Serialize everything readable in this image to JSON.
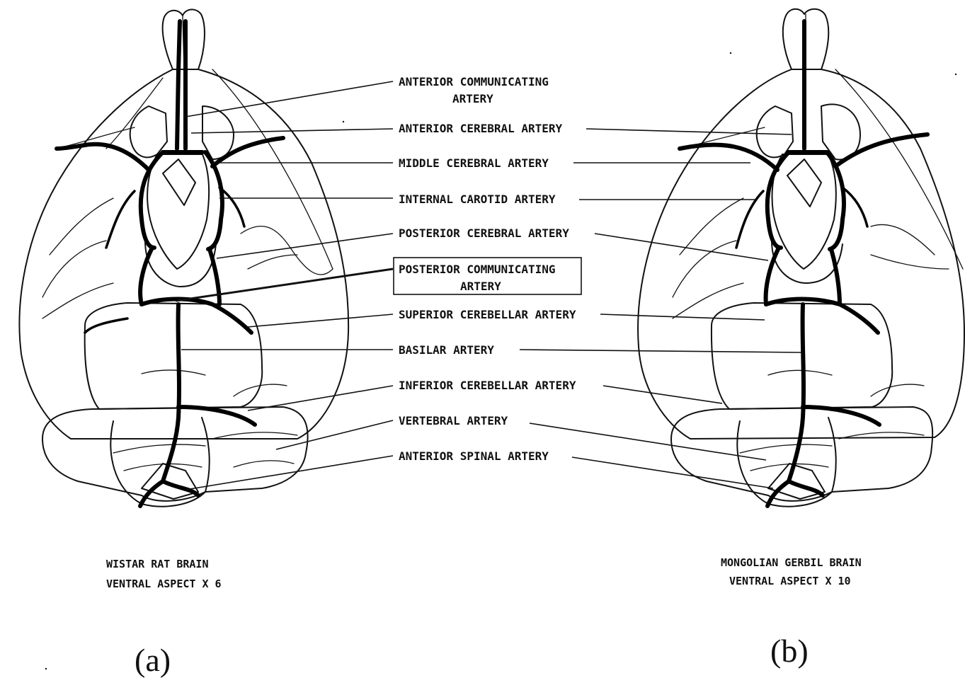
{
  "labels": [
    {
      "line1": "ANTERIOR COMMUNICATING",
      "line2": "ARTERY"
    },
    {
      "line1": "ANTERIOR CEREBRAL ARTERY"
    },
    {
      "line1": "MIDDLE CEREBRAL ARTERY"
    },
    {
      "line1": "INTERNAL CAROTID ARTERY"
    },
    {
      "line1": "POSTERIOR CEREBRAL ARTERY"
    },
    {
      "line1": "POSTERIOR COMMUNICATING",
      "line2": "ARTERY"
    },
    {
      "line1": "SUPERIOR CEREBELLAR ARTERY"
    },
    {
      "line1": "BASILAR ARTERY"
    },
    {
      "line1": "INFERIOR CEREBELLAR ARTERY"
    },
    {
      "line1": "VERTEBRAL ARTERY"
    },
    {
      "line1": "ANTERIOR SPINAL ARTERY"
    }
  ],
  "left_caption": {
    "line1": "WISTAR RAT BRAIN",
    "line2": "VENTRAL ASPECT X 6"
  },
  "right_caption": {
    "line1": "MONGOLIAN GERBIL BRAIN",
    "line2": "VENTRAL ASPECT X 10"
  },
  "panel_a": "(a)",
  "panel_b": "(b)"
}
